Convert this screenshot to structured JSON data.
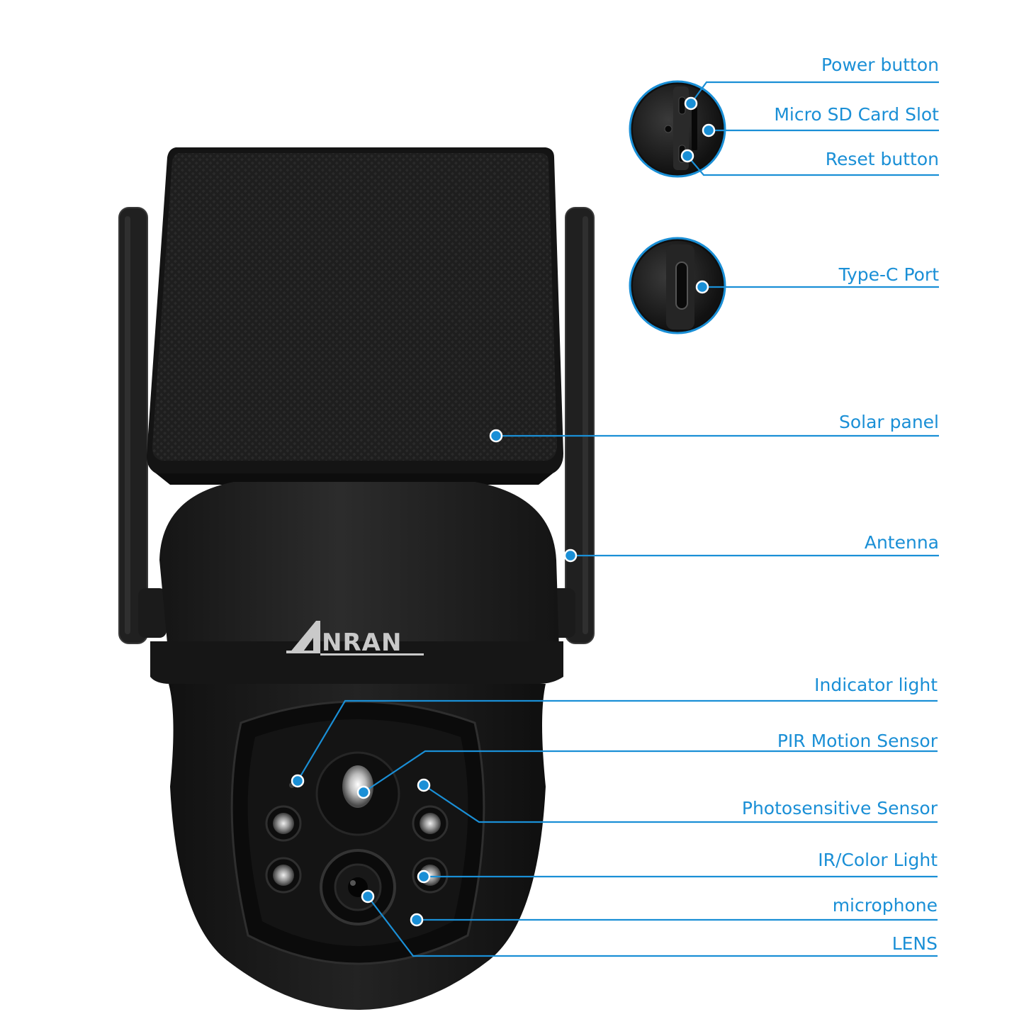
{
  "brand": {
    "logo_text": "NRAN",
    "logo_letter": "A"
  },
  "labels": {
    "power_button": "Power button",
    "micro_sd": "Micro SD Card Slot",
    "reset_button": "Reset button",
    "type_c": "Type-C Port",
    "solar_panel": "Solar panel",
    "antenna": "Antenna",
    "indicator_light": "Indicator light",
    "pir_sensor": "PIR Motion Sensor",
    "photosensitive": "Photosensitive Sensor",
    "ir_color_light": "IR/Color Light",
    "microphone": "microphone",
    "lens": "LENS"
  },
  "colors": {
    "accent": "#1a8fd6",
    "camera_body": "#1f1f1f",
    "logo": "#c9c9c9"
  },
  "icons": [
    "power-button-icon",
    "sd-card-slot-icon",
    "reset-button-icon",
    "usb-type-c-icon"
  ]
}
